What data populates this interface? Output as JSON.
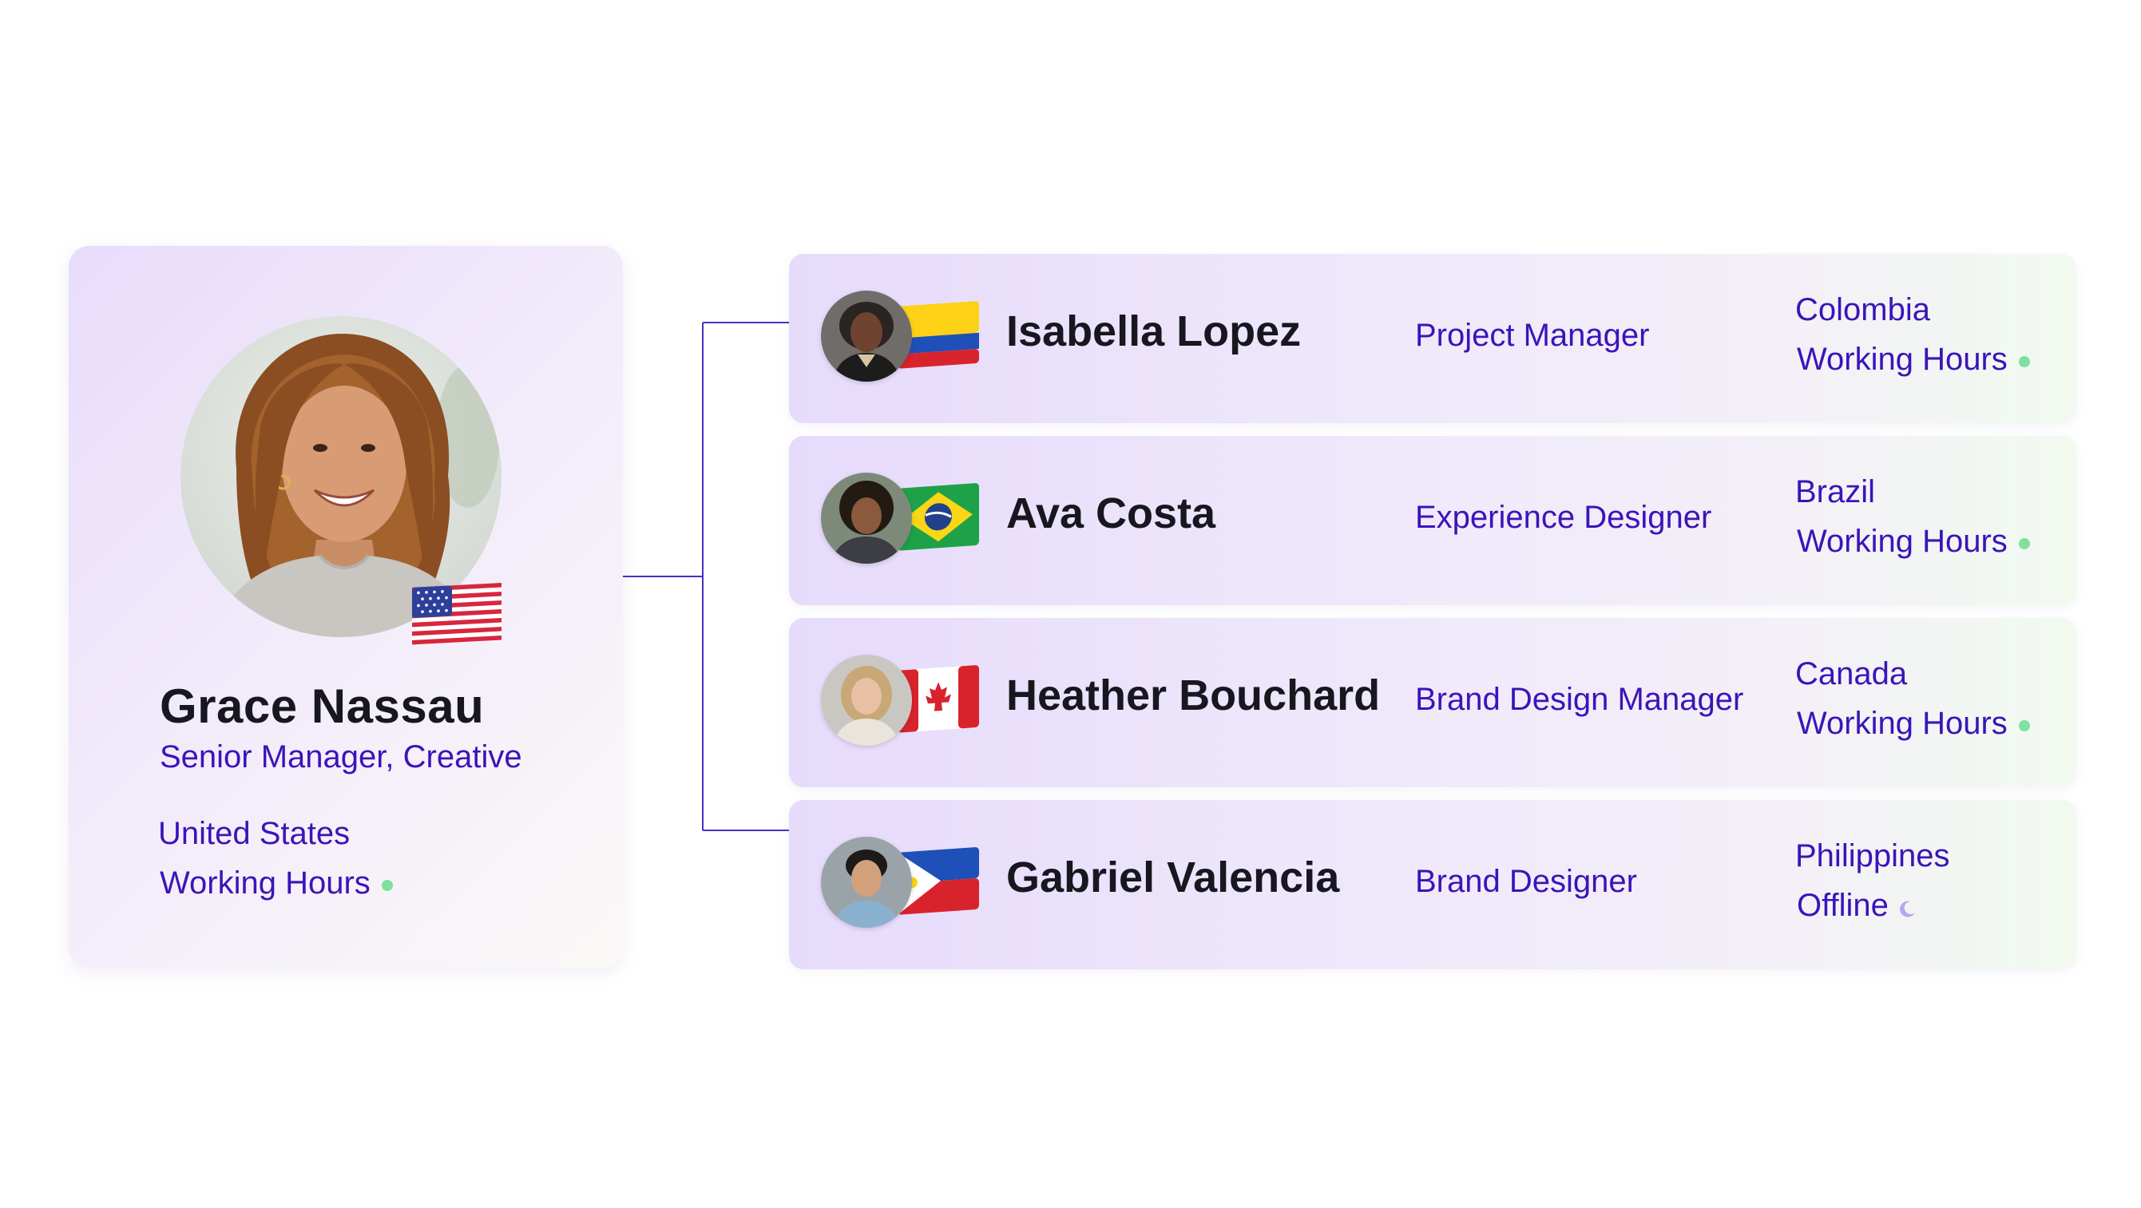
{
  "colors": {
    "accent_text": "#3b14b9",
    "name_text": "#17171f",
    "connector": "#4a2fc4",
    "online_dot": "#7fe0a0",
    "offline_moon": "#b9a6f3"
  },
  "manager": {
    "name": "Grace Nassau",
    "role": "Senior Manager, Creative",
    "country": "United States",
    "status": "Working Hours",
    "status_icon": "online-dot-icon",
    "flag_icon": "us-flag-icon"
  },
  "reports": [
    {
      "name": "Isabella Lopez",
      "role": "Project Manager",
      "country": "Colombia",
      "status": "Working Hours",
      "status_icon": "online-dot-icon",
      "flag_icon": "colombia-flag-icon"
    },
    {
      "name": "Ava Costa",
      "role": "Experience Designer",
      "country": "Brazil",
      "status": "Working Hours",
      "status_icon": "online-dot-icon",
      "flag_icon": "brazil-flag-icon"
    },
    {
      "name": "Heather Bouchard",
      "role": "Brand Design Manager",
      "country": "Canada",
      "status": "Working Hours",
      "status_icon": "online-dot-icon",
      "flag_icon": "canada-flag-icon"
    },
    {
      "name": "Gabriel Valencia",
      "role": "Brand Designer",
      "country": "Philippines",
      "status": "Offline",
      "status_icon": "moon-icon",
      "flag_icon": "philippines-flag-icon"
    }
  ]
}
